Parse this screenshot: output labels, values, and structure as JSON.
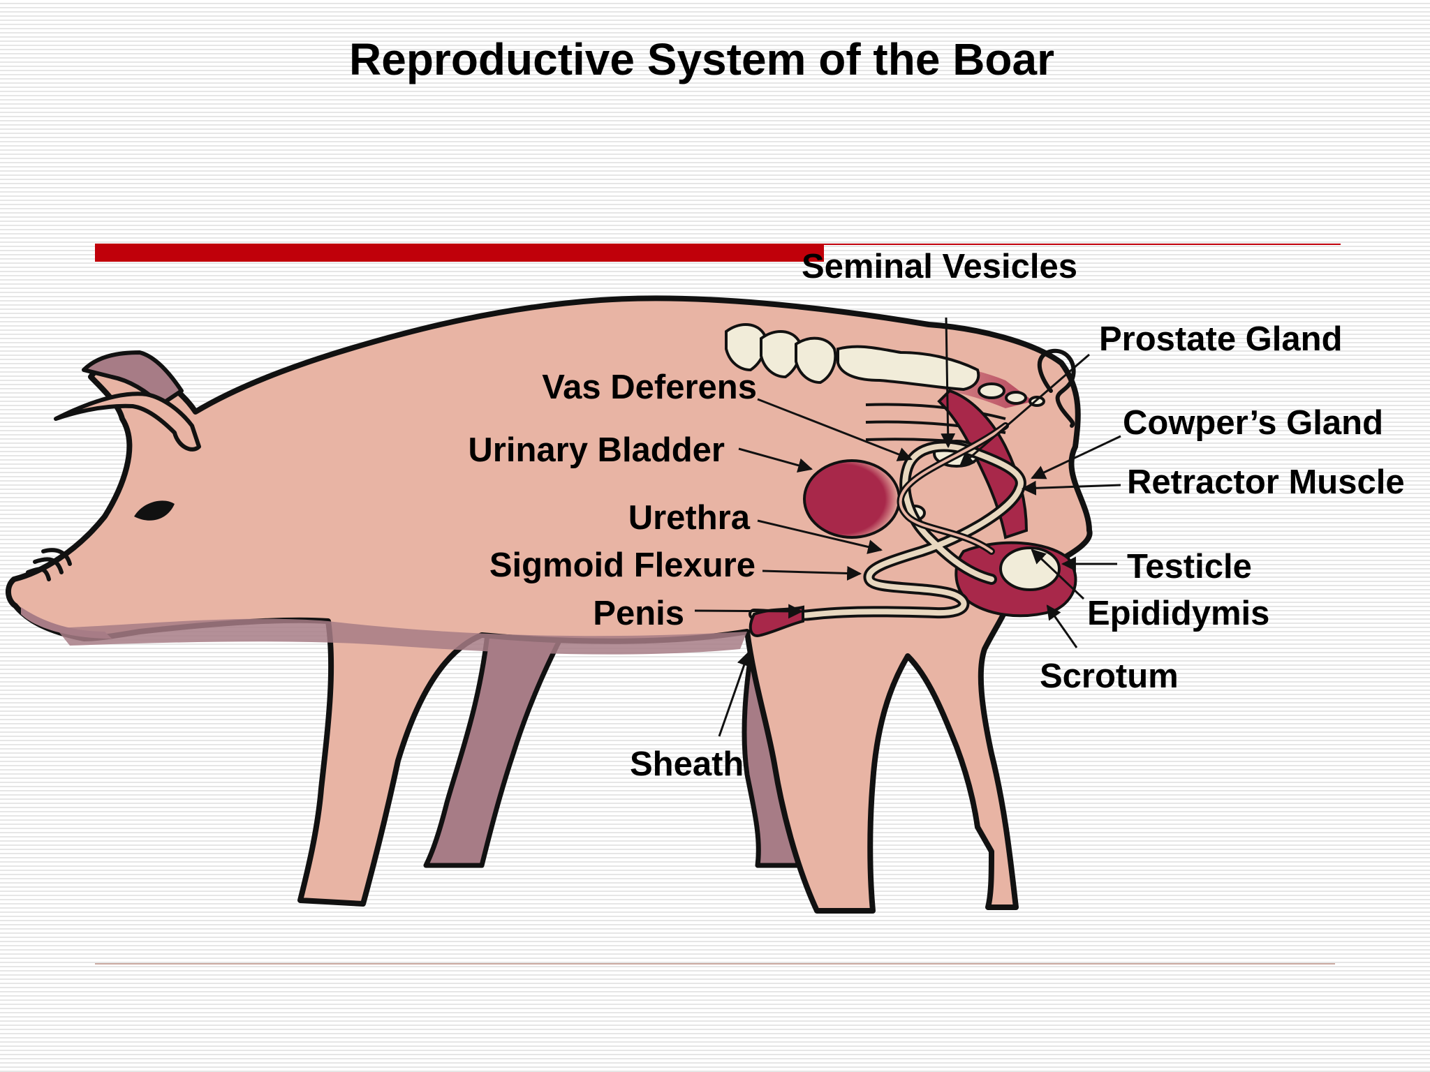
{
  "title": "Reproductive System of the Boar",
  "colors": {
    "accent_bar": "#c0000a",
    "pig_skin": "#e8b4a4",
    "pig_shadow": "#a77c86",
    "organ": "#a8284a",
    "bone": "#f1ecd9"
  },
  "labels": {
    "seminal_vesicles": "Seminal Vesicles",
    "prostate_gland": "Prostate Gland",
    "vas_deferens": "Vas Deferens",
    "cowpers_gland": "Cowper’s Gland",
    "urinary_bladder": "Urinary Bladder",
    "retractor_muscle": "Retractor Muscle",
    "urethra": "Urethra",
    "sigmoid_flexure": "Sigmoid Flexure",
    "testicle": "Testicle",
    "penis": "Penis",
    "epididymis": "Epididymis",
    "scrotum": "Scrotum",
    "sheath": "Sheath"
  }
}
